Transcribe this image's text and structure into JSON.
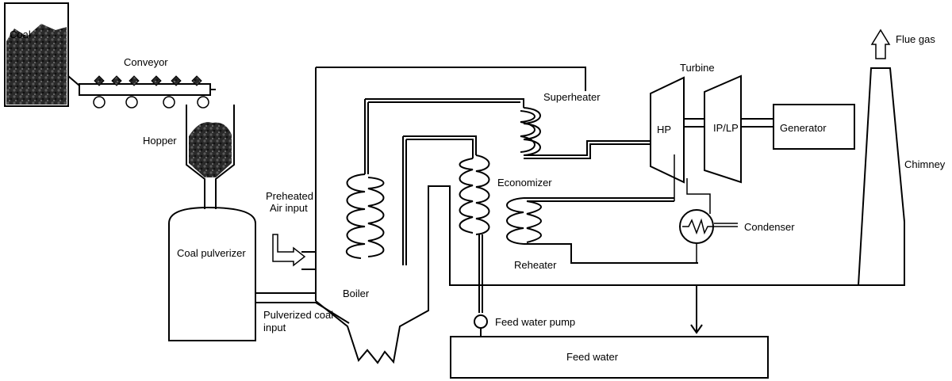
{
  "labels": {
    "coal": "Coal",
    "conveyor": "Conveyor",
    "hopper": "Hopper",
    "coal_pulverizer": "Coal pulverizer",
    "preheated_line1": "Preheated",
    "preheated_line2": "Air input",
    "pulverized_line1": "Pulverized coal",
    "pulverized_line2": "input",
    "boiler": "Boiler",
    "superheater": "Superheater",
    "economizer": "Economizer",
    "reheater": "Reheater",
    "turbine": "Turbine",
    "hp": "HP",
    "iplp": "IP/LP",
    "generator": "Generator",
    "condenser": "Condenser",
    "chimney": "Chimney",
    "flue_gas": "Flue gas",
    "feed_water_pump": "Feed water pump",
    "feed_water": "Feed water"
  }
}
